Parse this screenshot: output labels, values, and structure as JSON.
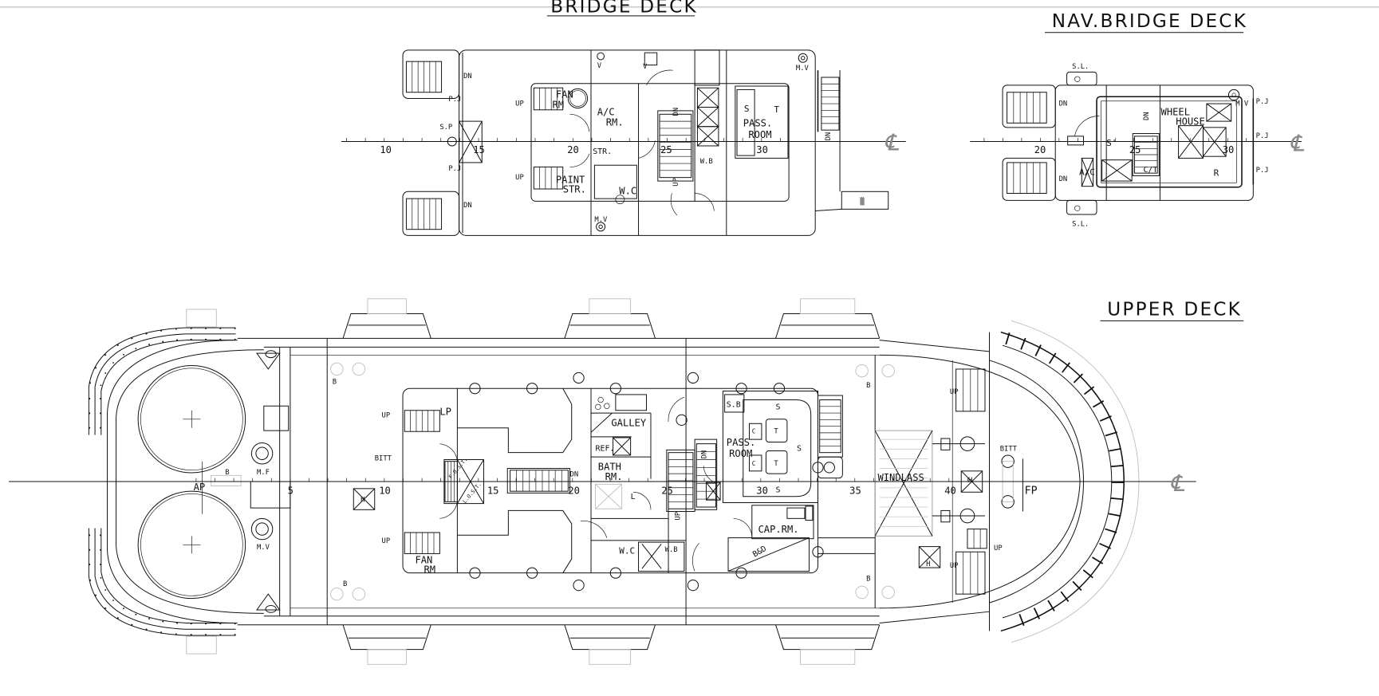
{
  "centerline_symbol": "℄",
  "bridge_deck": {
    "title": "BRIDGE DECK",
    "frames": [
      "10",
      "15",
      "20",
      "25",
      "30"
    ],
    "labels": [
      "DN",
      "P.J",
      "S.P",
      "P.J",
      "DN",
      "UP",
      "FAN",
      "RM",
      "A/C",
      "RM.",
      "STR.",
      "PAINT",
      "STR.",
      "W.C",
      "UP",
      "DN",
      "UP",
      "W.B",
      "S",
      "T",
      "PASS.",
      "ROOM",
      "M.V",
      "M.V",
      "V",
      "V",
      "DN"
    ]
  },
  "nav_bridge_deck": {
    "title": "NAV.BRIDGE DECK",
    "frames": [
      "20",
      "25",
      "30"
    ],
    "labels": [
      "S.L.",
      "S.L.",
      "DN",
      "DN",
      "WHEEL",
      "HOUSE",
      "DN",
      "S'",
      "A/C",
      "C/T",
      "R",
      "M.V",
      "P.J",
      "P.J",
      "P.J"
    ]
  },
  "upper_deck": {
    "title": "UPPER DECK",
    "frames": [
      "5",
      "10",
      "15",
      "20",
      "25",
      "30",
      "35",
      "40"
    ],
    "labels": [
      "B",
      "B",
      "AP",
      "M.F",
      "M.V",
      "BITT",
      "UP",
      "UP",
      "LP",
      "FAN",
      "RM",
      "B",
      "DN",
      "GALLEY",
      "REF.",
      "BATH",
      "RM.",
      "W.C",
      "W.B",
      "L",
      "S.B",
      "S",
      "PASS.",
      "ROOM",
      "S",
      "S",
      "C",
      "T",
      "C",
      "T",
      "CAP.RM.",
      "B&D",
      "WINDLASS",
      "B",
      "B",
      "UP",
      "UP",
      "UP",
      "BITT",
      "FP",
      "DN",
      "UP",
      "F.O.S.T.",
      "L.O.S.T.",
      "H",
      "H",
      "H"
    ]
  }
}
